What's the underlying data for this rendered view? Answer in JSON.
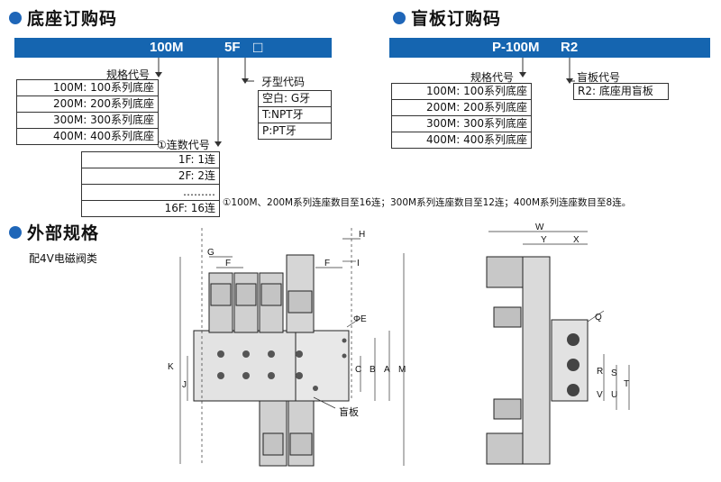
{
  "base_order": {
    "title": "底座订购码",
    "code_parts": [
      "100M",
      "5F",
      "□"
    ],
    "spec_label": "规格代号",
    "spec_options": [
      "100M: 100系列底座",
      "200M: 200系列底座",
      "300M: 300系列底座",
      "400M: 400系列底座"
    ],
    "thread_label": "牙型代码",
    "thread_options": [
      "空白: G牙",
      "T:NPT牙",
      "P:PT牙"
    ],
    "station_label": "①连数代号",
    "station_options": [
      "1F: 1连",
      "2F: 2连",
      "………",
      "16F: 16连"
    ],
    "note": "①100M、200M系列连座数目至16连；300M系列连座数目至12连；400M系列连座数目至8连。"
  },
  "blank_order": {
    "title": "盲板订购码",
    "code_parts": [
      "P-100M",
      "R2"
    ],
    "spec_label": "规格代号",
    "spec_options": [
      "100M: 100系列底座",
      "200M: 200系列底座",
      "300M: 300系列底座",
      "400M: 400系列底座"
    ],
    "blank_label": "盲板代号",
    "blank_options": [
      "R2: 底座用盲板"
    ]
  },
  "dimensions": {
    "title": "外部规格",
    "subtitle": "配4V电磁阀类",
    "front_labels": [
      "G",
      "F",
      "H",
      "F",
      "I",
      "ΦE",
      "K",
      "J",
      "C",
      "B",
      "A",
      "M"
    ],
    "blank_plate_label": "盲板",
    "side_labels": [
      "W",
      "Y",
      "X",
      "Q",
      "R",
      "S",
      "T",
      "V",
      "U"
    ]
  },
  "colors": {
    "accent": "#1565b0",
    "bullet": "#1f66b8"
  }
}
